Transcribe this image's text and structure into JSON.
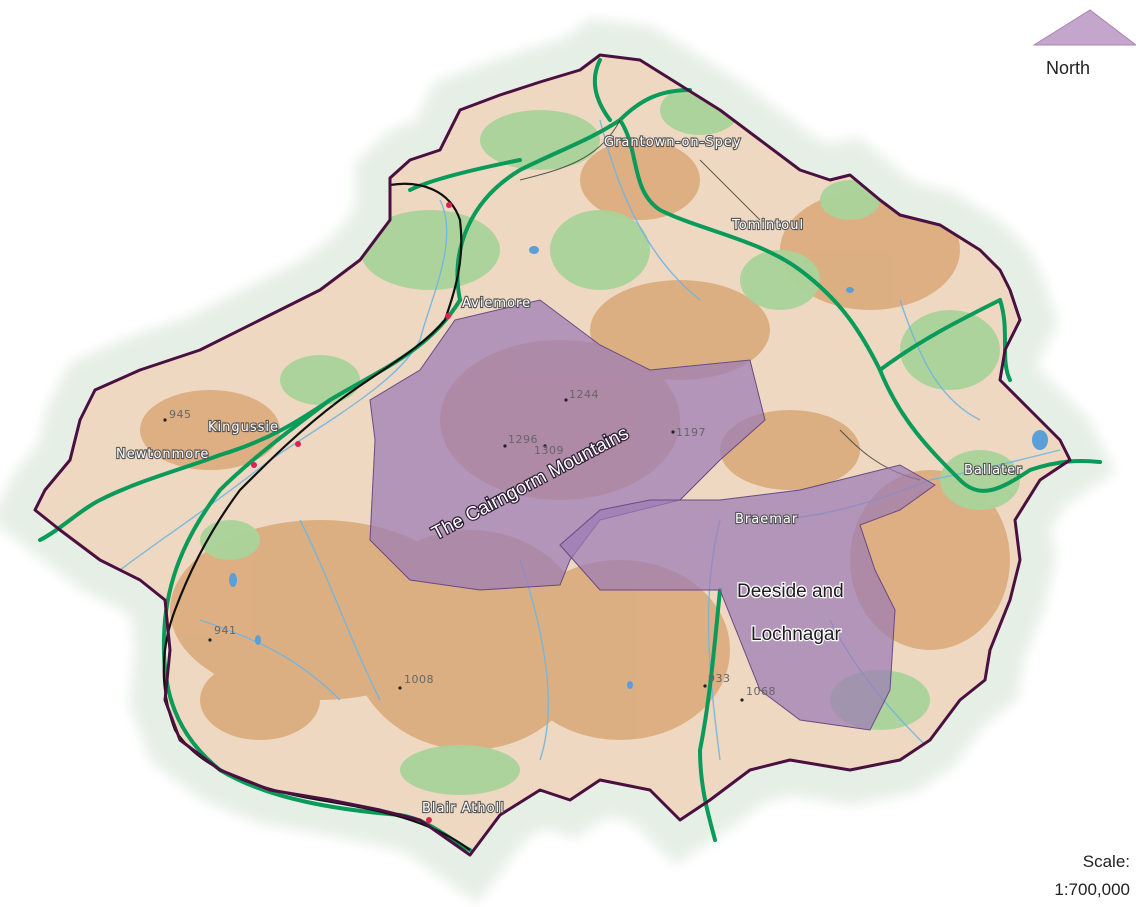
{
  "map": {
    "towns": [
      {
        "id": "grantown",
        "label": "Grantown-on-Spey"
      },
      {
        "id": "tomintoul",
        "label": "Tomintoul"
      },
      {
        "id": "aviemore",
        "label": "Aviemore"
      },
      {
        "id": "kingussie",
        "label": "Kingussie"
      },
      {
        "id": "newtonmore",
        "label": "Newtonmore"
      },
      {
        "id": "ballater",
        "label": "Ballater"
      },
      {
        "id": "braemar",
        "label": "Braemar"
      },
      {
        "id": "blair-atholl",
        "label": "Blair Atholl"
      }
    ],
    "peaks": [
      "945",
      "1244",
      "1296",
      "1309",
      "1197",
      "941",
      "1008",
      "933",
      "1068"
    ],
    "regions": {
      "cairngorm": "The Cairngorm Mountains",
      "deeside_line1": "Deeside and",
      "deeside_line2": "Lochnagar",
      "region_color": "#9b7bb5"
    },
    "north": {
      "label": "North"
    },
    "scale": {
      "label": "Scale:",
      "value": "1:700,000"
    },
    "colors": {
      "terrain": "#efd8c2",
      "uplands": "#d9a877",
      "forest": "#a9d39a",
      "roads": "#0a9a5a",
      "rivers": "#6fb6e0",
      "boundary": "#4a1040",
      "railway": "#111111"
    }
  }
}
